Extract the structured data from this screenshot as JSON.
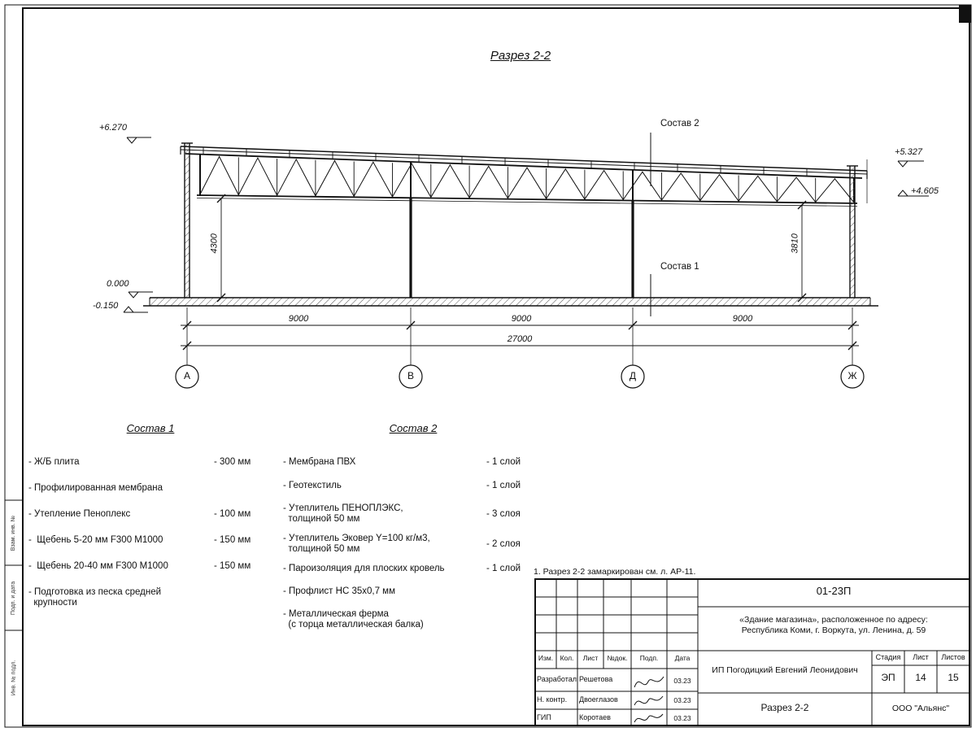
{
  "sheet": {
    "title": "Разрез 2-2"
  },
  "elevations": {
    "top_left": "+6.270",
    "zero": "0.000",
    "below": "-0.150",
    "right_upper": "+5.327",
    "right_lower": "+4.605"
  },
  "dims": {
    "span1": "9000",
    "span2": "9000",
    "span3": "9000",
    "total": "27000",
    "h_left": "4300",
    "h_right": "3810"
  },
  "axes": [
    "А",
    "В",
    "Д",
    "Ж"
  ],
  "leaders": {
    "s1": "Состав 1",
    "s2": "Состав 2"
  },
  "sostav1": {
    "heading": "Состав 1",
    "items": [
      {
        "text": "- Ж/Б плита",
        "value": "- 300 мм"
      },
      {
        "text": "- Профилированная мембрана",
        "value": ""
      },
      {
        "text": "- Утепление Пеноплекс",
        "value": "- 100 мм"
      },
      {
        "text": "-  Щебень 5-20 мм F300 М1000",
        "value": "- 150 мм"
      },
      {
        "text": "-  Щебень 20-40 мм F300 М1000",
        "value": "- 150 мм"
      },
      {
        "text": "- Подготовка из песка средней\n  крупности",
        "value": ""
      }
    ]
  },
  "sostav2": {
    "heading": "Состав 2",
    "items": [
      {
        "text": "- Мембрана ПВХ",
        "value": "- 1 слой"
      },
      {
        "text": "- Геотекстиль",
        "value": "- 1 слой"
      },
      {
        "text": "- Утеплитель ПЕНОПЛЭКС,\n  толщиной 50 мм",
        "value": "- 3 слоя"
      },
      {
        "text": "- Утеплитель Эковер Y=100 кг/м3,\n  толщиной 50 мм",
        "value": "- 2 слоя"
      },
      {
        "text": "- Пароизоляция для плоских кровель",
        "value": "- 1 слой"
      },
      {
        "text": "- Профлист НС 35x0,7 мм",
        "value": ""
      },
      {
        "text": "- Металлическая ферма\n  (с торца металлическая балка)",
        "value": ""
      }
    ]
  },
  "note": "1. Разрез 2-2 замаркирован см. л. АР-11.",
  "stamp": {
    "code": "01-23П",
    "object": "«Здание магазина», расположенное по адресу:\nРеспублика Коми, г. Воркута, ул. Ленина, д. 59",
    "cols": [
      "Изм.",
      "Кол.",
      "Лист",
      "№док.",
      "Подп.",
      "Дата"
    ],
    "rows": [
      {
        "role": "Разработал",
        "name": "Решетова",
        "date": "03.23"
      },
      {
        "role": "Н. контр.",
        "name": "Двоеглазов",
        "date": "03.23"
      },
      {
        "role": "ГИП",
        "name": "Коротаев",
        "date": "03.23"
      }
    ],
    "client": "ИП Погодицкий Евгений Леонидович",
    "stage_label": "Стадия",
    "sheet_label": "Лист",
    "sheets_label": "Листов",
    "stage": "ЭП",
    "sheet_num": "14",
    "sheets_total": "15",
    "doc_name": "Разрез 2-2",
    "company": "ООО \"Альянс\""
  },
  "frame": {
    "side_labels": [
      "Взам. инв. №",
      "Подп. и дата",
      "Инв. № подл."
    ]
  }
}
